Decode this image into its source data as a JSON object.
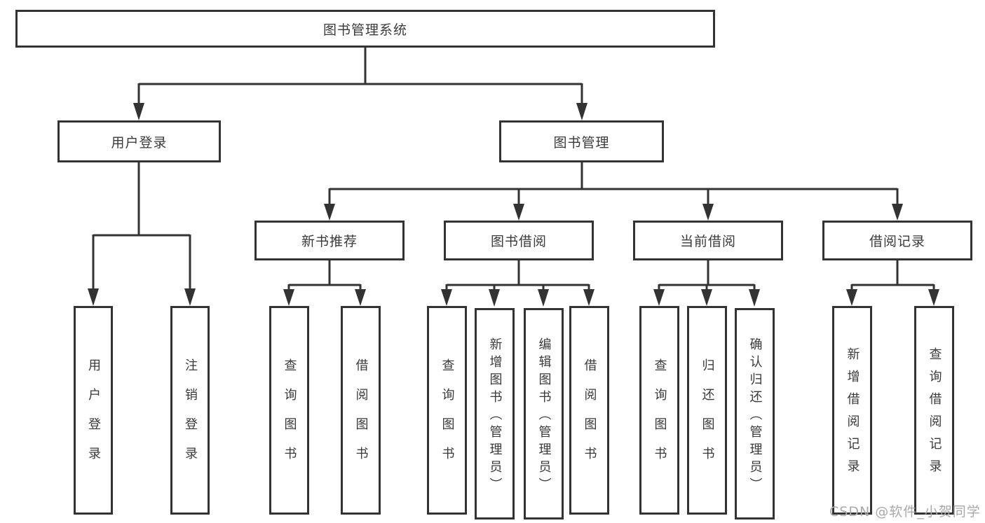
{
  "diagram": {
    "root": {
      "label": "图书管理系统"
    },
    "branches": [
      {
        "label": "用户登录",
        "children": [
          {
            "label": "用户登录"
          },
          {
            "label": "注销登录"
          }
        ]
      },
      {
        "label": "图书管理",
        "children": [
          {
            "label": "新书推荐",
            "children": [
              {
                "label": "查询图书"
              },
              {
                "label": "借阅图书"
              }
            ]
          },
          {
            "label": "图书借阅",
            "children": [
              {
                "label": "查询图书"
              },
              {
                "label": "新增图书（管理员）"
              },
              {
                "label": "编辑图书（管理员）"
              },
              {
                "label": "借阅图书"
              }
            ]
          },
          {
            "label": "当前借阅",
            "children": [
              {
                "label": "查询图书"
              },
              {
                "label": "归还图书"
              },
              {
                "label": "确认归还（管理员）"
              }
            ]
          },
          {
            "label": "借阅记录",
            "children": [
              {
                "label": "新增借阅记录"
              },
              {
                "label": "查询借阅记录"
              }
            ]
          }
        ]
      }
    ]
  },
  "watermark": {
    "text": "CSDN @软件_小贺同学"
  },
  "colors": {
    "line": "#333333",
    "text": "#3a3a3a",
    "background": "#ffffff",
    "watermark": "#a9a9a9"
  }
}
